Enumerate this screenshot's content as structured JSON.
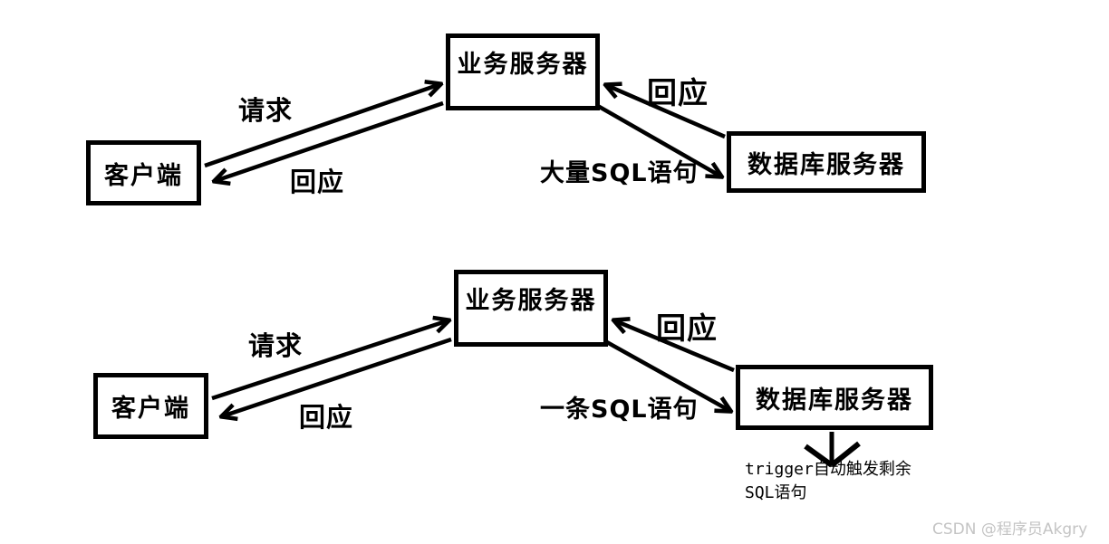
{
  "background": "#ffffff",
  "ink": "#000000",
  "diagram_top": {
    "client": "客户端",
    "app_server": "业务服务器",
    "db_server": "数据库服务器",
    "request_label": "请求",
    "response_label": "回应",
    "db_response_label": "回应",
    "sql_label": "大量SQL语句"
  },
  "diagram_bottom": {
    "client": "客户端",
    "app_server": "业务服务器",
    "db_server": "数据库服务器",
    "request_label": "请求",
    "response_label": "回应",
    "db_response_label": "回应",
    "sql_label": "一条SQL语句",
    "trigger_note_line1": "trigger自动触发剩余",
    "trigger_note_line2": "SQL语句"
  },
  "watermark": {
    "text": "CSDN @程序员Akgry",
    "color": "#c4c4c4"
  }
}
